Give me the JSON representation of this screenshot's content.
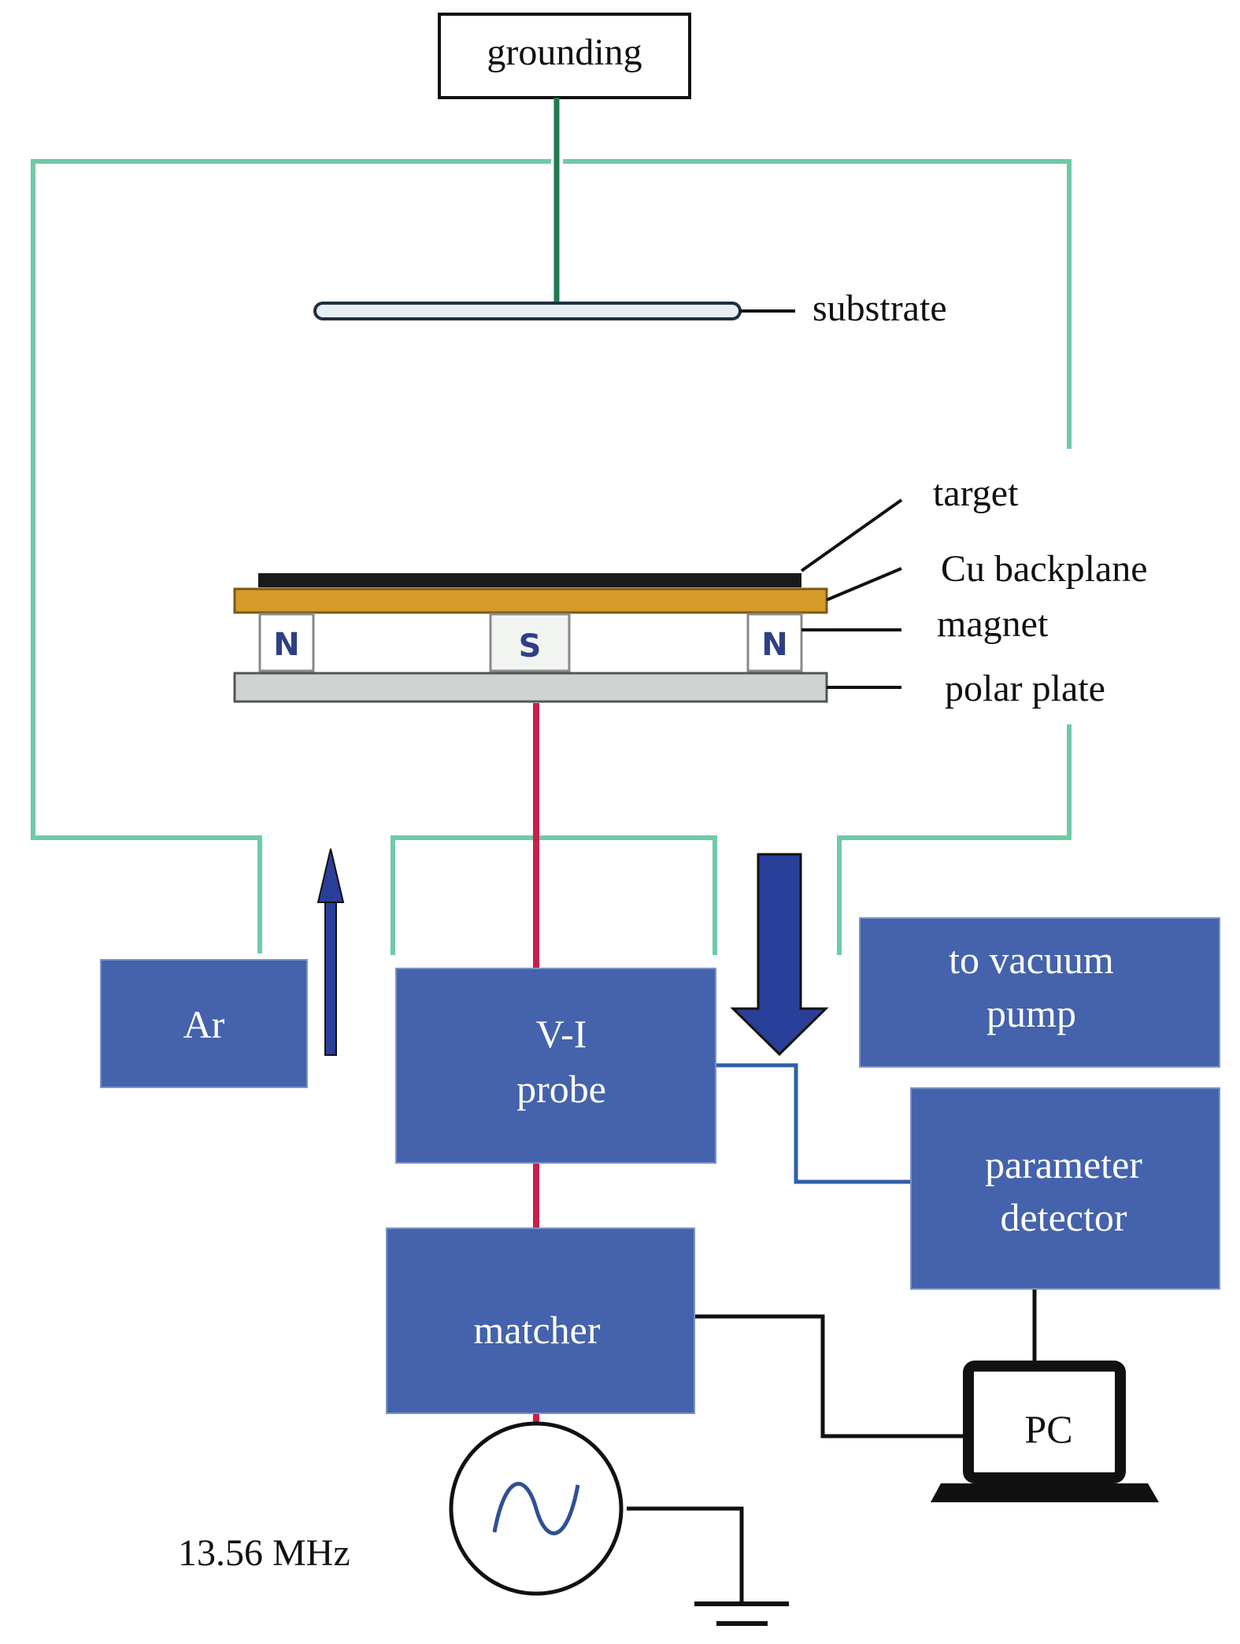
{
  "labels": {
    "grounding": "grounding",
    "substrate": "substrate",
    "target": "target",
    "cu_backplane": "Cu backplane",
    "magnet": "magnet",
    "polar_plate": "polar plate",
    "frequency": "13.56 MHz"
  },
  "magnets": {
    "left": "N",
    "center": "S",
    "right": "N"
  },
  "boxes": {
    "ar": "Ar",
    "vi_probe": [
      "V-I",
      "probe"
    ],
    "vacuum_pump": [
      "to vacuum",
      "pump"
    ],
    "parameter_detector": [
      "parameter",
      "detector"
    ],
    "matcher": "matcher",
    "pc": "PC"
  },
  "colors": {
    "chamber_wall": "#6fcaa6",
    "ground_line": "#1f7a50",
    "rf_line": "#c8204a",
    "box_fill": "#4463ac",
    "signal_line": "#2f5fa8",
    "copper": "#d69a2a",
    "target": "#1a1a1a",
    "polar_plate": "#cfd3d3",
    "arrow": "#2a3f99",
    "black": "#111111"
  }
}
